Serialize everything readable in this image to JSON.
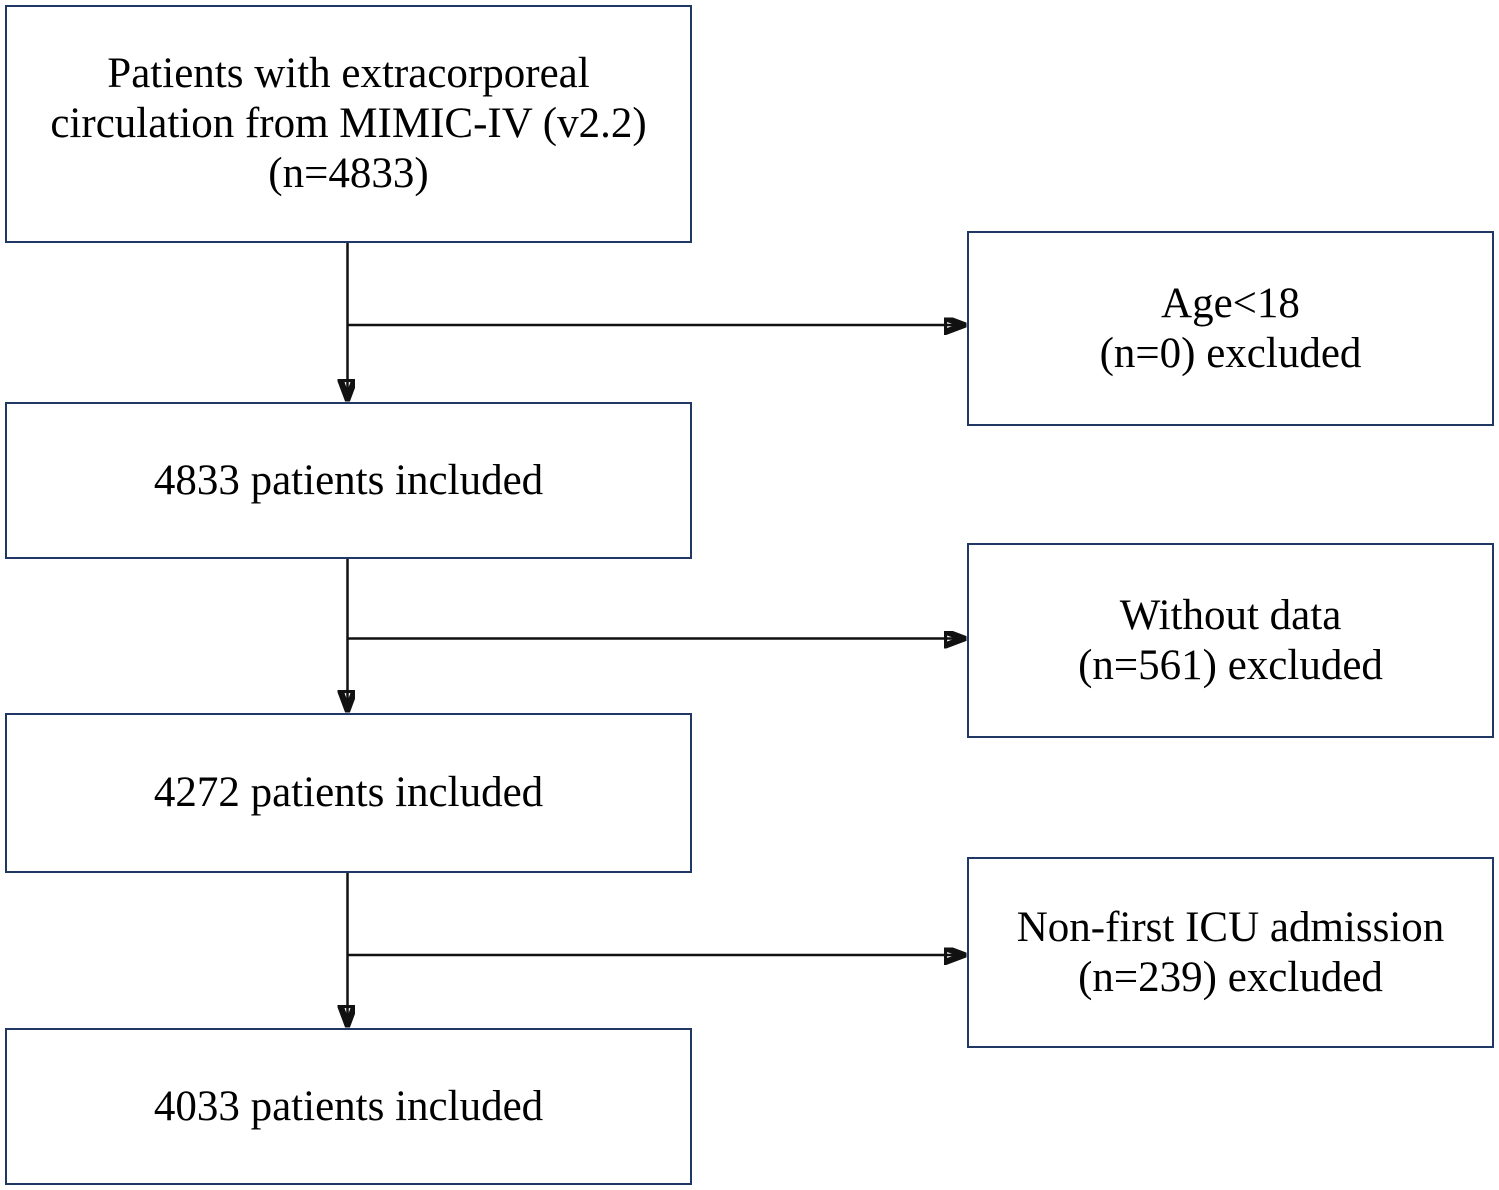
{
  "diagram_type": "patient-selection-flowchart",
  "style": {
    "box_border_color": "#1f3864",
    "box_fill_color": "#ffffff",
    "text_color": "#000000",
    "arrow_color": "#111111",
    "background_color": "#ffffff"
  },
  "flowchart": {
    "main_column": [
      {
        "id": "source",
        "lines": {
          "0": "Patients with extracorporeal",
          "1": "circulation from MIMIC-IV (v2.2)",
          "2": "(n=4833)"
        },
        "n": 4833
      },
      {
        "id": "step-1",
        "lines": {
          "0": "4833 patients included"
        },
        "n": 4833
      },
      {
        "id": "step-2",
        "lines": {
          "0": "4272 patients included"
        },
        "n": 4272
      },
      {
        "id": "step-3",
        "lines": {
          "0": "4033 patients included"
        },
        "n": 4033
      }
    ],
    "exclusion_column": [
      {
        "id": "exclusion-1",
        "lines": {
          "0": "Age<18",
          "1": "(n=0) excluded"
        },
        "n_excluded": 0
      },
      {
        "id": "exclusion-2",
        "lines": {
          "0": "Without data",
          "1": "(n=561) excluded"
        },
        "n_excluded": 561
      },
      {
        "id": "exclusion-3",
        "lines": {
          "0": "Non-first ICU admission",
          "1": "(n=239) excluded"
        },
        "n_excluded": 239
      }
    ]
  }
}
